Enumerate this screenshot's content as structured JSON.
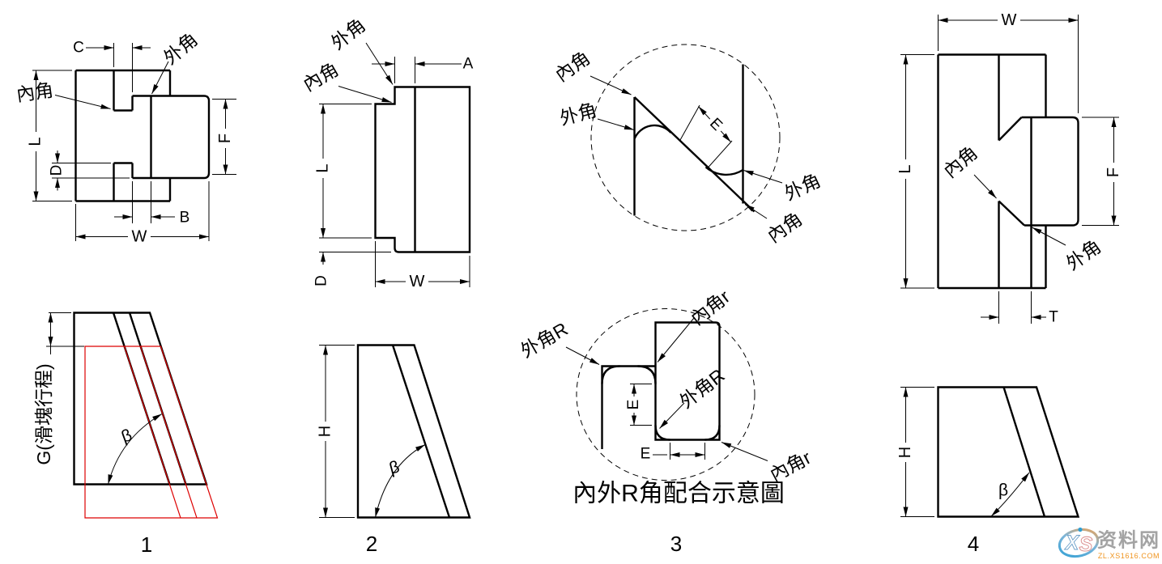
{
  "colors": {
    "line": "#000000",
    "slider_ghost_red": "#dd0000",
    "watermark_blue": "#2e9fd4",
    "watermark_orange": "#f0941e",
    "watermark_gray": "#a3a3a3"
  },
  "d1": {
    "number": "1",
    "dim_c": "C",
    "dim_b": "B",
    "dim_w": "W",
    "dim_l": "L",
    "dim_d": "D",
    "dim_f": "F",
    "outer_corner": "外角",
    "inner_corner": "內角",
    "stroke": "G(滑塊行程)",
    "beta": "β"
  },
  "d2": {
    "number": "2",
    "dim_a": "A",
    "dim_w": "W",
    "dim_l": "L",
    "dim_d": "D",
    "dim_h": "H",
    "outer_corner": "外角",
    "inner_corner": "內角",
    "beta": "β"
  },
  "d3": {
    "number": "3",
    "dim_e": "E",
    "dim_e_vertical": "E",
    "dim_e_horizontal": "E",
    "inner_corner_top": "內角",
    "outer_corner_left": "外角",
    "outer_corner_right": "外角",
    "inner_corner_bottom": "內角",
    "outer_radius_top": "外角R",
    "inner_radius_top": "內角r",
    "outer_radius_mid": "外角R",
    "inner_radius_bottom": "內角r",
    "caption": "內外R角配合示意圖"
  },
  "d4": {
    "number": "4",
    "dim_w": "W",
    "dim_l": "L",
    "dim_f": "F",
    "dim_t": "T",
    "dim_h": "H",
    "inner_corner": "內角",
    "outer_corner": "外角",
    "beta": "β"
  },
  "watermark": {
    "logo_x": "X",
    "logo_s": "S",
    "site_name": "资料网",
    "site_url": "ZL.XS1616.COM"
  }
}
